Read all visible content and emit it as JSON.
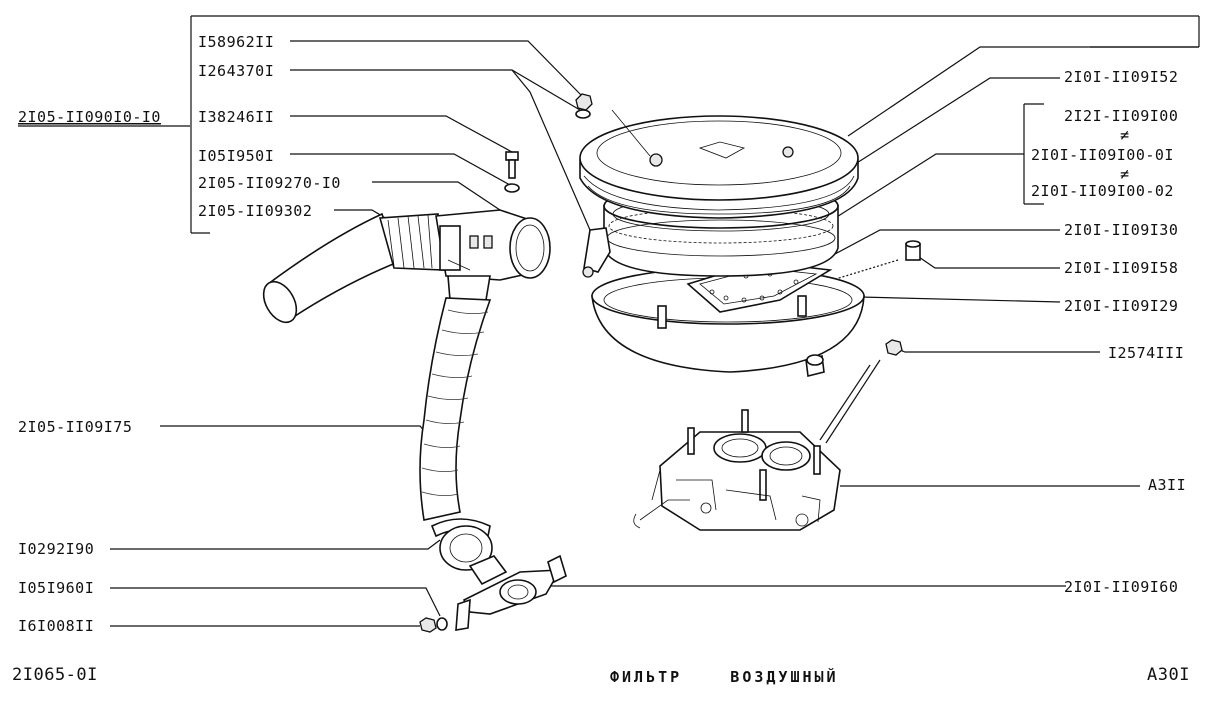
{
  "labels": {
    "l_158962": "I58962II",
    "l_1264370": "I264370I",
    "l_group": "2I05-II090I0-I0",
    "l_138246": "I38246II",
    "l_105195": "I05I950I",
    "l_2105_270": "2I05-II09270-I0",
    "l_2105_302": "2I05-II09302",
    "l_2105_175": "2I05-II09I75",
    "l_102921": "I0292I90",
    "l_105196": "I05I960I",
    "l_161008": "I6I008II",
    "l_2101_152": "2I0I-II09I52",
    "l_2121_100": "2I2I-II09I00",
    "l_neq1": "≠",
    "l_2101_100_01": "2I0I-II09I00-0I",
    "l_neq2": "≠",
    "l_2101_100_02": "2I0I-II09I00-02",
    "l_2101_130": "2I0I-II09I30",
    "l_2101_158": "2I0I-II09I58",
    "l_2101_129": "2I0I-II09I29",
    "l_125741": "I2574III",
    "l_a311": "A3II",
    "l_2101_160": "2I0I-II09I60"
  },
  "footer": {
    "left": "2I065-0I",
    "center": "ФИЛЬТР    ВОЗДУШНЫЙ",
    "right": "A30I"
  }
}
